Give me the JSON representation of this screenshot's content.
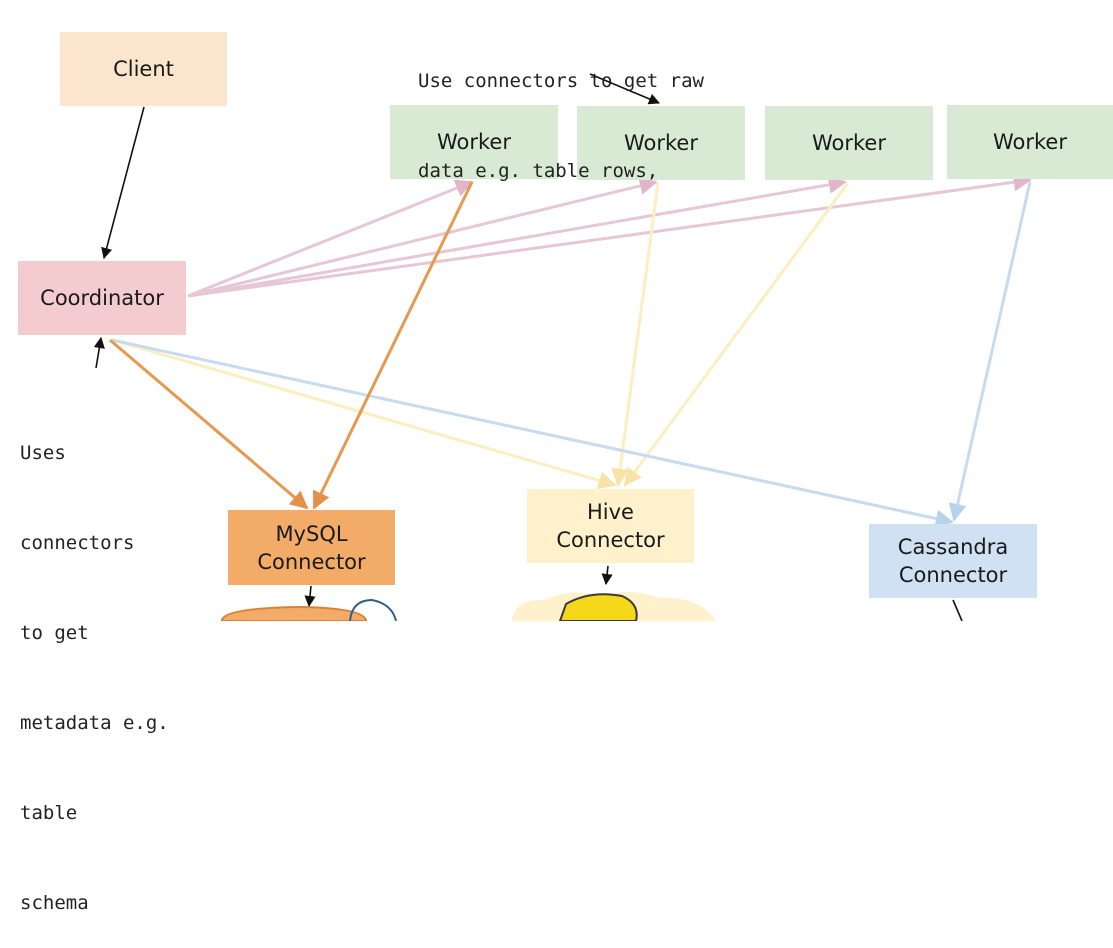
{
  "nodes": {
    "client": "Client",
    "coordinator": "Coordinator",
    "workers": [
      "Worker",
      "Worker",
      "Worker",
      "Worker"
    ],
    "mysql": [
      "MySQL",
      "Connector"
    ],
    "hive": [
      "Hive",
      "Connector"
    ],
    "cassandra": [
      "Cassandra",
      "Connector"
    ]
  },
  "notes": {
    "top": [
      "Use connectors to get raw",
      "data e.g. table rows,"
    ],
    "left": [
      "Uses",
      "connectors",
      "to get",
      "metadata e.g.",
      "table",
      "schema"
    ]
  },
  "colors": {
    "client": "#fbe5cc",
    "coordinator": "#f4ccd0",
    "worker": "#d8ead3",
    "mysql": "#f2ac67",
    "hive": "#fff1cb",
    "cassandra": "#cfe1f3",
    "edge_coordinator_worker": "#e7c7d6",
    "edge_mysql": "#e6994f",
    "edge_hive": "#fbeec0",
    "edge_cassandra": "#c7dbef"
  }
}
